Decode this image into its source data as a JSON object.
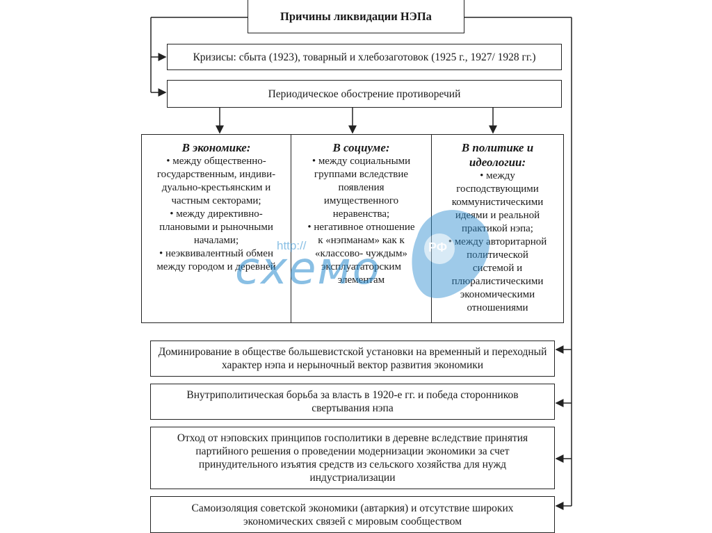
{
  "title": "Причины ликвидации НЭПа",
  "crisis": "Кризисы: сбыта (1923), товарный и хлебозаготовок (1925 г., 1927/ 1928 гг.)",
  "periodic": "Периодическое обострение противоречий",
  "columns": [
    {
      "heading": [
        "В экономике:"
      ],
      "lines": [
        "• между общественно-",
        "государственным, индиви-",
        "дуально-крестьянским  и",
        "частным секторами;",
        "• между директивно-",
        "плановыми и рыночными",
        "началами;",
        "• неэквивалентный обмен",
        "между городом и деревней"
      ]
    },
    {
      "heading": [
        "В социуме:"
      ],
      "lines": [
        "• между социальными",
        "группами вследствие",
        "появления",
        "имущественного",
        "неравенства;",
        "• негативное отношение",
        "к «нэпманам» как к",
        "«классово- чуждым»",
        "эксплуататорским",
        "элементам"
      ]
    },
    {
      "heading": [
        "В политике и",
        "идеологии:"
      ],
      "lines": [
        "• между",
        "господствующими",
        "коммунистическими",
        "идеями и реальной",
        "практикой нэпа;",
        "• между авторитарной",
        "политической",
        "системой и",
        "плюралистическими",
        "экономическими",
        "отношениями"
      ]
    }
  ],
  "bottom": [
    "Доминирование в обществе большевистской установки на временный и переходный характер нэпа и нерыночный вектор развития экономики",
    "Внутриполитическая борьба за власть в 1920-е гг. и победа сторонников свертывания нэпа",
    "Отход от нэповских принципов госполитики в деревне вследствие принятия партийного решения о проведении модернизации экономики за счет принудительного изъятия средств из сельского хозяйства для нужд индустриализации",
    "Самоизоляция советской экономики (автаркия) и отсутствие широких экономических связей с мировым сообществом"
  ],
  "watermark": {
    "url": "http://",
    "brand": "схемо",
    "badge": "РФ",
    "color": "#2a8ccf"
  }
}
